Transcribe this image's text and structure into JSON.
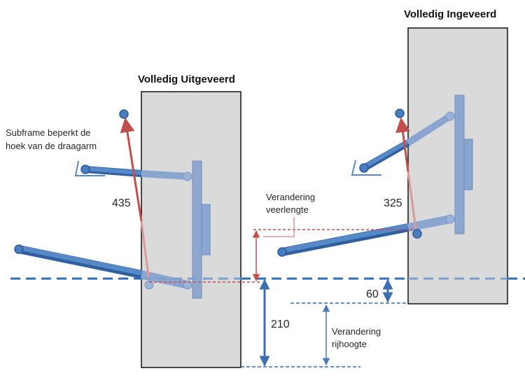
{
  "titles": {
    "left": "Volledig Uitgeveerd",
    "right": "Volledig Ingeveerd"
  },
  "notes": {
    "subframe_line1": "Subframe beperkt de",
    "subframe_line2": "hoek van de draagarm",
    "spring_change_line1": "Verandering",
    "spring_change_line2": "veerlengte",
    "ride_change_line1": "Verandering",
    "ride_change_line2": "rijhoogte"
  },
  "measurements": {
    "spring_extended": "435",
    "spring_compressed": "325",
    "ride_height_total": "210",
    "ride_height_delta": "60"
  },
  "colors": {
    "wheel_fill": "#dadada",
    "arm_blue": "#4a7dbf",
    "arm_dark": "#2d5a99",
    "spring_red": "#c0504d",
    "ground_dash": "#2e6eb5"
  }
}
